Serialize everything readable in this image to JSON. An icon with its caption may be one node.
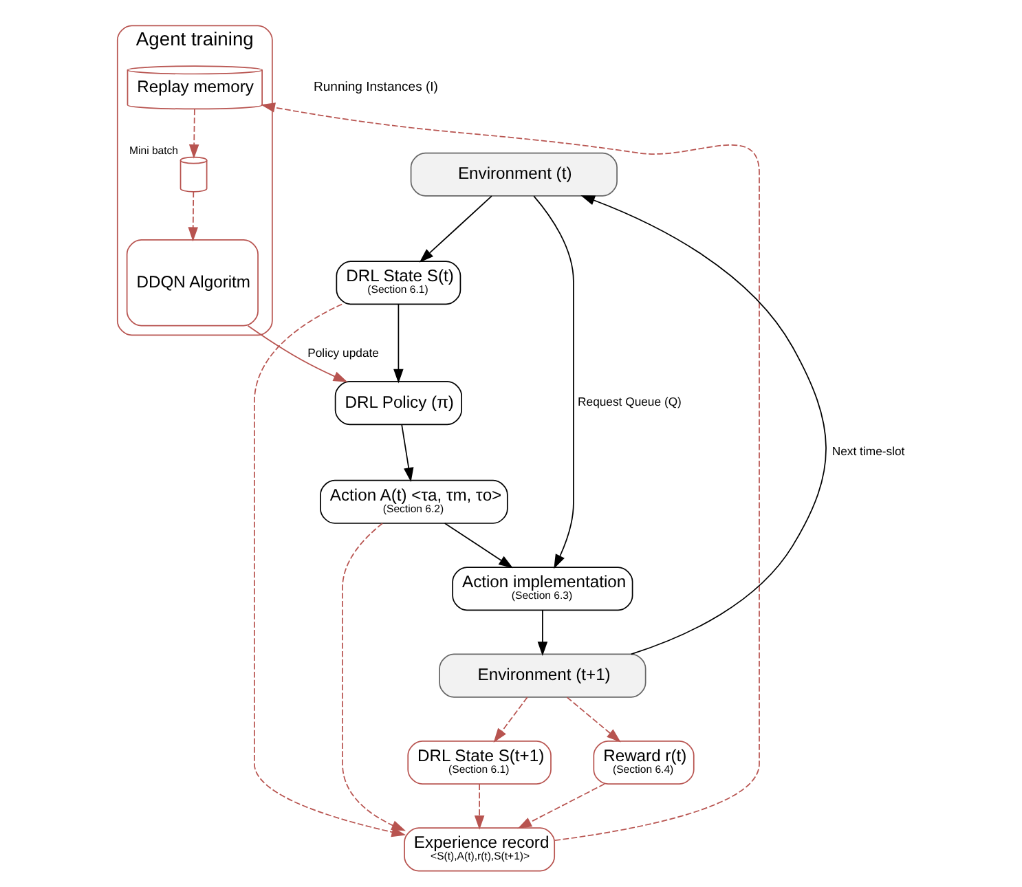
{
  "diagram": {
    "nodes": [
      {
        "text": [
          "Environment (t)"
        ]
      },
      {
        "text": [
          "DRL State S(t)",
          "(Section 6.1)"
        ]
      },
      {
        "text": [
          "DRL Policy (π)"
        ]
      },
      {
        "text": [
          "Action A(t) <τa, τm, τo>",
          "(Section 6.2)"
        ]
      },
      {
        "text": [
          "Action implementation",
          "(Section 6.3)"
        ]
      },
      {
        "text": [
          "Agent training"
        ]
      },
      {
        "text": [
          "DDQN Algoritm"
        ],
        "in": 5
      },
      {
        "text": [],
        "shape": "cylinder",
        "beside": [
          "Mini batch"
        ],
        "in": 5
      },
      {
        "text": [
          "Replay memory"
        ],
        "in": 5
      },
      {
        "text": [
          "Experience record",
          "<S(t),A(t),r(t),S(t+1)>"
        ]
      },
      {
        "text": [
          "DRL State S(t+1)",
          "(Section 6.1)"
        ]
      },
      {
        "text": [
          "Reward r(t)",
          "(Section 6.4)"
        ]
      },
      {
        "text": [
          "Environment (t+1)"
        ]
      }
    ],
    "edges": [
      {
        "from": 0,
        "to": 1,
        "arrow": "to",
        "color": "#000000"
      },
      {
        "from": 1,
        "to": 2,
        "arrow": "to",
        "color": "#000000"
      },
      {
        "from": 2,
        "to": 3,
        "arrow": "to",
        "color": "#000000"
      },
      {
        "from": 3,
        "to": 4,
        "arrow": "to",
        "color": "#000000"
      },
      {
        "from": 0,
        "to": 4,
        "arrow": "to",
        "label": "Request Queue (Q)",
        "color": "#000000"
      },
      {
        "from": 4,
        "to": 12,
        "arrow": "to",
        "color": "#000000"
      },
      {
        "from": 12,
        "to": 0,
        "arrow": "to",
        "label": "Next time-slot",
        "color": "#000000"
      },
      {
        "from": 6,
        "to": 2,
        "arrow": "to",
        "label": "Policy update"
      },
      {
        "from": 7,
        "to": 6,
        "arrow": "to",
        "style": "dashed"
      },
      {
        "from": 8,
        "to": 7,
        "arrow": "to",
        "style": "dashed"
      },
      {
        "from": 1,
        "to": 9,
        "arrow": "to",
        "style": "dashed"
      },
      {
        "from": 3,
        "to": 9,
        "arrow": "to",
        "style": "dashed"
      },
      {
        "from": 9,
        "to": 8,
        "arrow": "to",
        "style": "dashed"
      },
      {
        "from": 10,
        "to": 9,
        "arrow": "to",
        "style": "dashed"
      },
      {
        "from": 11,
        "to": 9,
        "arrow": "to",
        "style": "dashed"
      },
      {
        "from": 12,
        "to": 10,
        "arrow": "to",
        "style": "dashed"
      },
      {
        "from": 12,
        "to": 11,
        "arrow": "to",
        "style": "dashed"
      }
    ],
    "labels": [
      "Running Instances (I)"
    ]
  }
}
